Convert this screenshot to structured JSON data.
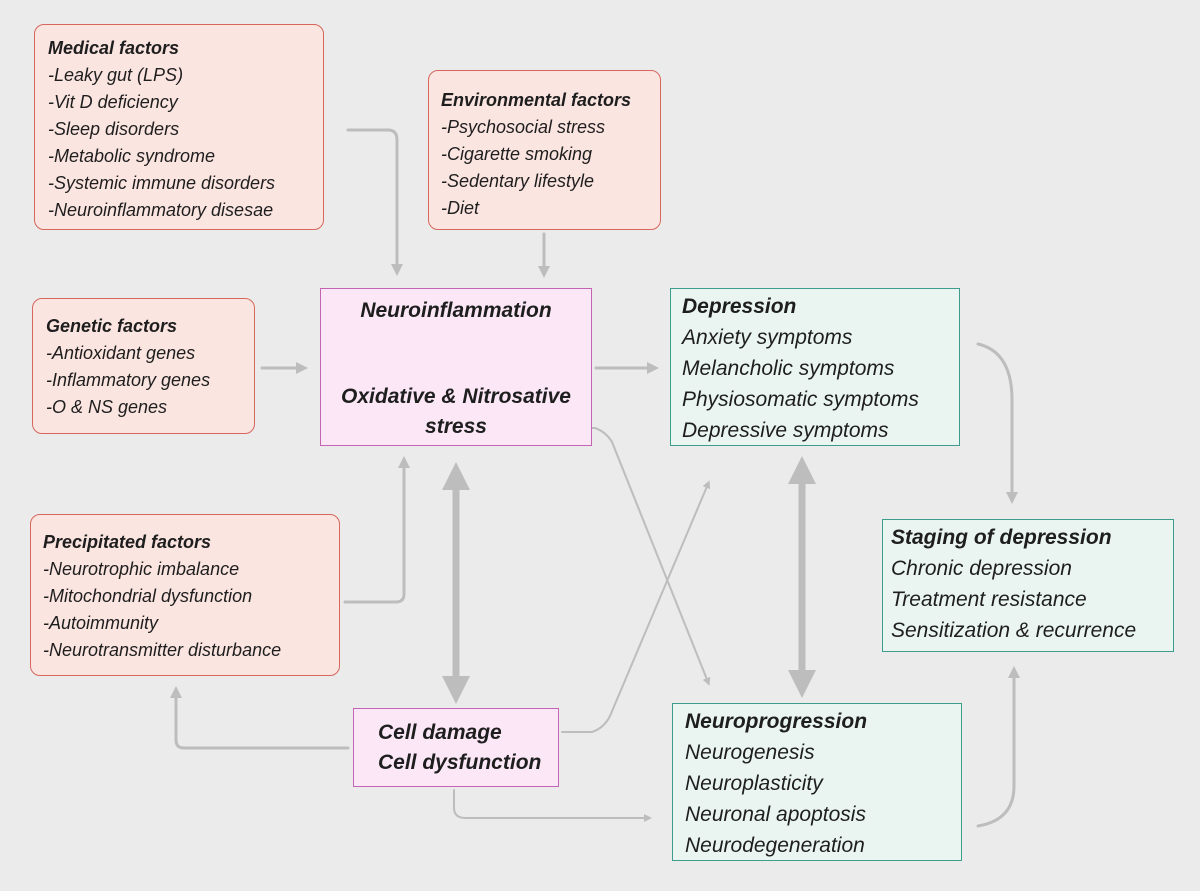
{
  "medical": {
    "title": "Medical factors",
    "items": [
      "-Leaky gut (LPS)",
      "-Vit D deficiency",
      "-Sleep disorders",
      "-Metabolic syndrome",
      "-Systemic immune disorders",
      "-Neuroinflammatory disesae"
    ]
  },
  "environmental": {
    "title": "Environmental factors",
    "items": [
      "-Psychosocial stress",
      "-Cigarette smoking",
      "-Sedentary lifestyle",
      "-Diet"
    ]
  },
  "genetic": {
    "title": "Genetic factors",
    "items": [
      "-Antioxidant genes",
      "-Inflammatory genes",
      "-O & NS genes"
    ]
  },
  "precipitated": {
    "title": "Precipitated factors",
    "items": [
      "-Neurotrophic imbalance",
      "-Mitochondrial dysfunction",
      "-Autoimmunity",
      "-Neurotransmitter disturbance"
    ]
  },
  "central": {
    "top": "Neuroinflammation",
    "bottom_line1": "Oxidative & Nitrosative",
    "bottom_line2": "stress"
  },
  "depression": {
    "title": "Depression",
    "items": [
      "Anxiety symptoms",
      "Melancholic symptoms",
      "Physiosomatic symptoms",
      "Depressive symptoms"
    ]
  },
  "staging": {
    "title": "Staging of depression",
    "items": [
      "Chronic depression",
      "Treatment resistance",
      "Sensitization & recurrence"
    ]
  },
  "cell": {
    "line1": "Cell damage",
    "line2": "Cell dysfunction"
  },
  "neuroprogression": {
    "title": "Neuroprogression",
    "items": [
      "Neurogenesis",
      "Neuroplasticity",
      "Neuronal apoptosis",
      "Neurodegeneration"
    ]
  },
  "colors": {
    "arrow_gray": "#bdbdbd",
    "up_green": "#5cb85c",
    "down_red": "#c0392b",
    "red_border": "#d5675d",
    "pink_border": "#c364b4",
    "teal_border": "#3c9d8c"
  }
}
